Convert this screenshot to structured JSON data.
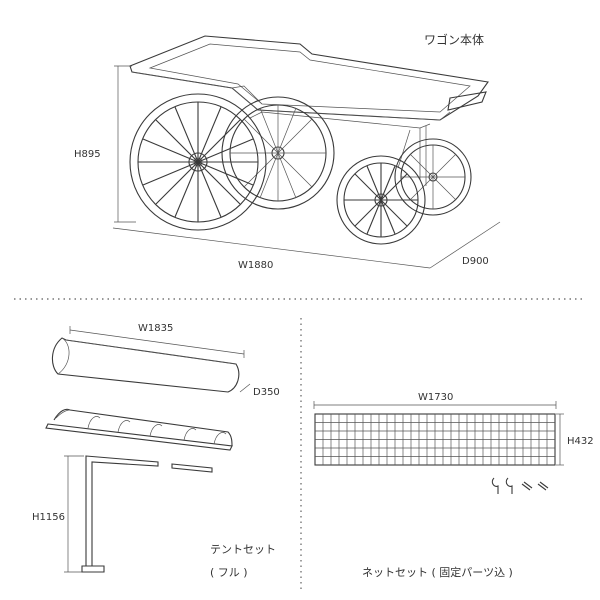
{
  "wagon": {
    "title": "ワゴン本体",
    "height": "H895",
    "width": "W1880",
    "depth": "D900"
  },
  "tent": {
    "width": "W1835",
    "depth": "D350",
    "height": "H1156",
    "caption_line1": "テントセット",
    "caption_line2": "( フル )"
  },
  "net": {
    "width": "W1730",
    "height": "H432",
    "caption": "ネットセット ( 固定パーツ込 )"
  }
}
